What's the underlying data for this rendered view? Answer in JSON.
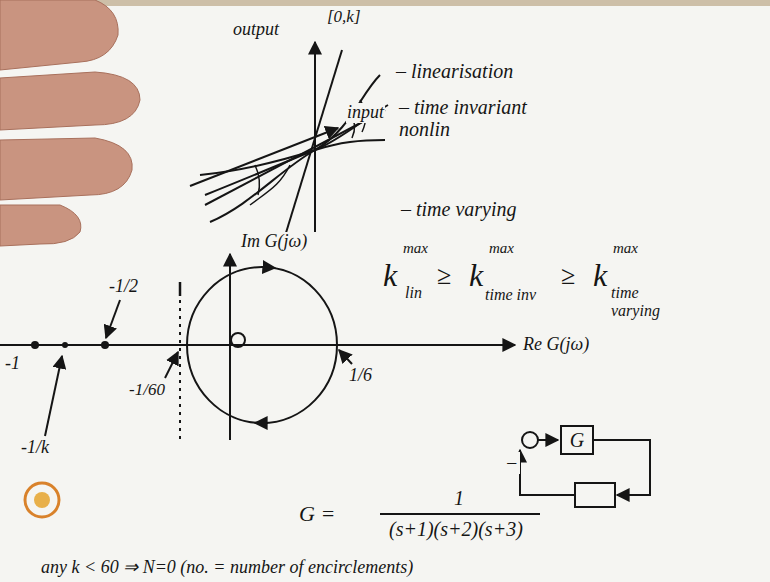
{
  "diagram": {
    "nodes": [
      {
        "text": [
          "G"
        ]
      }
    ],
    "labels": [
      "output",
      "[0,k]",
      "input",
      "– linearisation",
      "– time invariant nonlin",
      "– time varying",
      "k",
      "max",
      "lin",
      "≥",
      "k",
      "max",
      "time inv",
      "≥",
      "k",
      "max",
      "time varying",
      "Im G(jω)",
      "Re G(jω)",
      "-1/2",
      "-1",
      "-1/60",
      "1/6",
      "-1/k",
      "−",
      "G =",
      "1",
      "(s+1)(s+2)(s+3)",
      "any k < 60 ⇒ N=0 (no. = number of encirclements)"
    ]
  }
}
